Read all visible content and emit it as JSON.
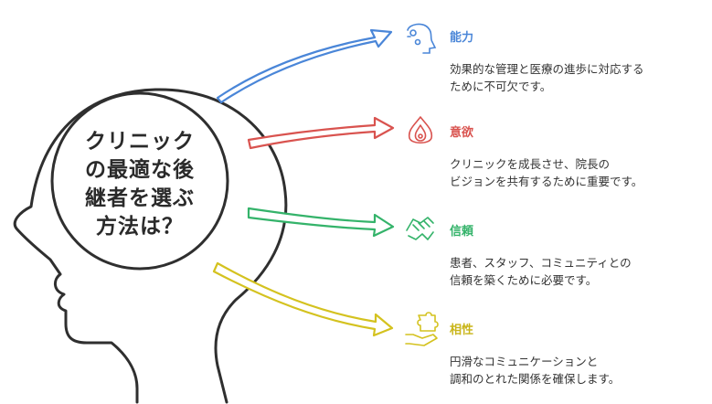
{
  "head": {
    "lines": [
      "クリニック",
      "の最適な後",
      "継者を選ぶ",
      "方法は？"
    ]
  },
  "items": [
    {
      "title": "能力",
      "desc": [
        "効果的な管理と医療の進歩に対応する",
        "ために不可欠です。"
      ],
      "color": "#4a86d8",
      "icon": "brain-gears-icon"
    },
    {
      "title": "意欲",
      "desc": [
        "クリニックを成長させ、院長の",
        "ビジョンを共有するために重要です。"
      ],
      "color": "#d9534f",
      "icon": "flame-icon"
    },
    {
      "title": "信頼",
      "desc": [
        "患者、スタッフ、コミュニティとの",
        "信頼を築くために必要です。"
      ],
      "color": "#34b36a",
      "icon": "handshake-icon"
    },
    {
      "title": "相性",
      "desc": [
        "円滑なコミュニケーションと",
        "調和のとれた関係を確保します。"
      ],
      "color": "#d4c21f",
      "icon": "puzzle-hand-icon"
    }
  ]
}
